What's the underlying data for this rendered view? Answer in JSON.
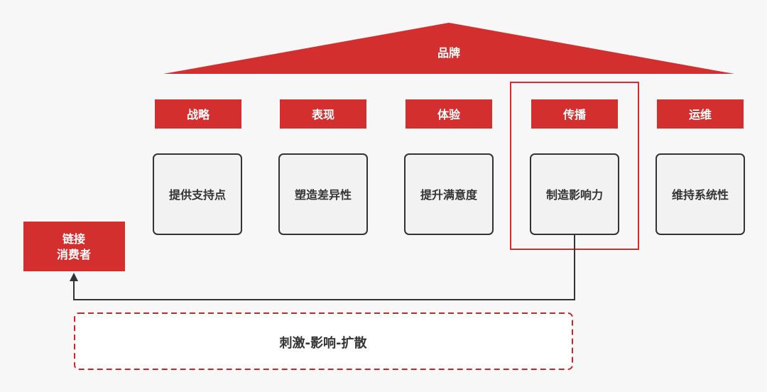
{
  "brand": {
    "label": "品牌"
  },
  "pillars": [
    {
      "title": "战略",
      "desc": "提供支持点"
    },
    {
      "title": "表现",
      "desc": "塑造差异性"
    },
    {
      "title": "体验",
      "desc": "提升满意度"
    },
    {
      "title": "传播",
      "desc": "制造影响力"
    },
    {
      "title": "运维",
      "desc": "维持系统性"
    }
  ],
  "consumer": {
    "line1": "链接",
    "line2": "消费者"
  },
  "bottom": {
    "label": "刺激-影响-扩散"
  },
  "colors": {
    "accent_red": "#d32f2f",
    "box_fill": "#f2f2f2",
    "box_stroke": "#333333",
    "background": "#f7f7f7"
  }
}
